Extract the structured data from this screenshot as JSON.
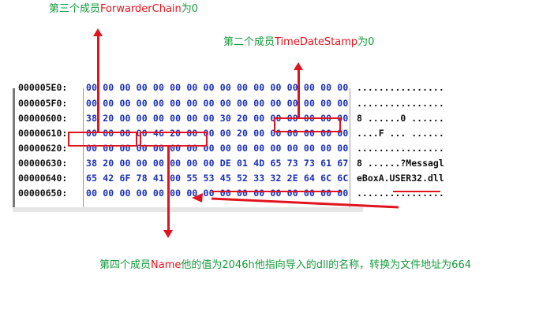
{
  "annotations": {
    "top_left": {
      "prefix": "第三个成员",
      "name": "ForwarderChain",
      "suffix": "为0"
    },
    "top_right": {
      "prefix": "第二个成员",
      "name": "TimeDateStamp",
      "suffix": "为0"
    },
    "bottom": {
      "prefix": "第四个成员",
      "name": "Name",
      "suffix": "他的值为2046h他指向导入的dll的名称，转换为文件地址为664"
    }
  },
  "hex_rows": [
    {
      "address": "000005E0:",
      "bytes": "00 00 00 00 00 00 00 00 00 00 00 00 00 00 00 00",
      "ascii": "................"
    },
    {
      "address": "000005F0:",
      "bytes": "00 00 00 00 00 00 00 00 00 00 00 00 00 00 00 00",
      "ascii": "................"
    },
    {
      "address": "00000600:",
      "bytes": "38 20 00 00 00 00 00 00 30 20 00 00 00 00 00 00",
      "ascii": "8 ......0 ......"
    },
    {
      "address": "00000610:",
      "bytes": "00 00 00 00 46 20 00 00 00 20 00 00 00 00 00 00",
      "ascii": "....F ... ......"
    },
    {
      "address": "00000620:",
      "bytes": "00 00 00 00 00 00 00 00 00 00 00 00 00 00 00 00",
      "ascii": "................"
    },
    {
      "address": "00000630:",
      "bytes": "38 20 00 00 00 00 00 00 DE 01 4D 65 73 73 61 67",
      "ascii": "8 ......?Messagl"
    },
    {
      "address": "00000640:",
      "bytes": "65 42 6F 78 41 00 55 53 45 52 33 32 2E 64 6C 6C",
      "ascii": "eBoxA.USER32.dll"
    },
    {
      "address": "00000650:",
      "bytes": "00 00 00 00 00 00 00 00 00 00 00 00 00 00 00 00",
      "ascii": "................"
    }
  ],
  "colors": {
    "annotation_text": "#159a3b",
    "highlight": "#e0141e",
    "hex_bytes": "#1a2fb8"
  }
}
